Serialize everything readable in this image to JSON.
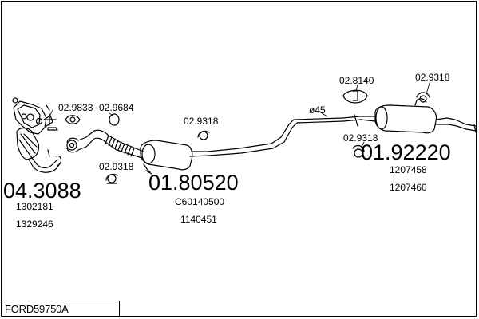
{
  "drawing": {
    "title": "FORD59750A",
    "diameter_label": "ø45"
  },
  "parts": {
    "catalyst": {
      "number": "04.3088",
      "oe": [
        "1302181",
        "1329246"
      ]
    },
    "middle_silencer": {
      "number": "01.80520",
      "oe": [
        "C60140500",
        "1140451"
      ]
    },
    "rear_silencer": {
      "number": "01.92220",
      "oe": [
        "1207458",
        "1207460"
      ]
    }
  },
  "accessories": {
    "gasket_a": "02.9833",
    "ring_b": "02.9684",
    "clamp_front": "02.9318",
    "clamp_middle": "02.9318",
    "hanger_rear": "02.8140",
    "clamp_rear_top": "02.9318",
    "clamp_rear": "02.9318"
  },
  "colors": {
    "line": "#000000",
    "background": "#ffffff"
  }
}
